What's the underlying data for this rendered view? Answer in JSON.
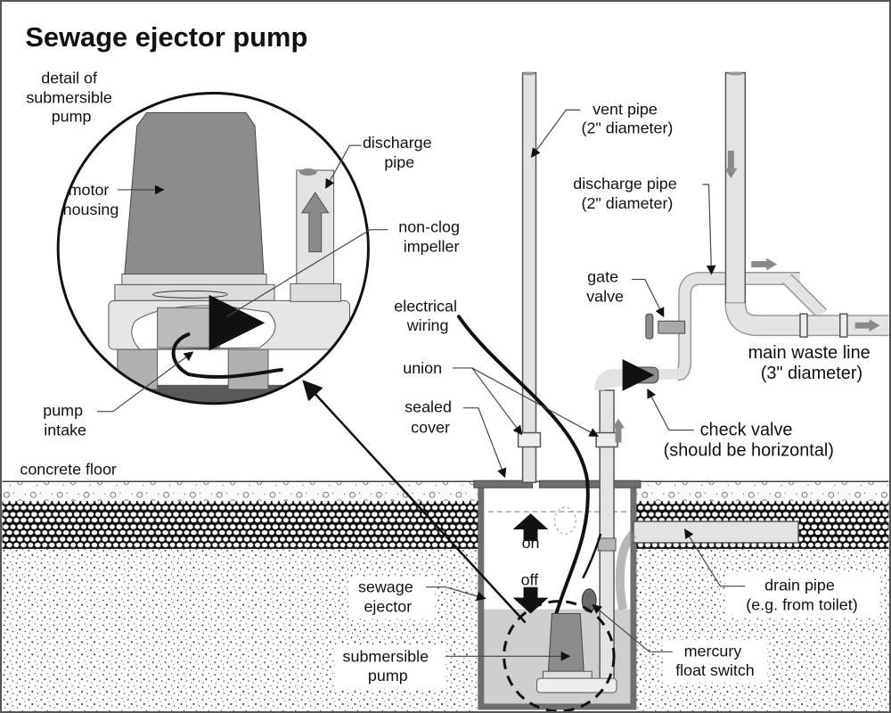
{
  "title": "Sewage ejector pump",
  "detail": {
    "caption": [
      "detail of",
      "submersible",
      "pump"
    ],
    "motor_housing": [
      "motor",
      "housing"
    ],
    "discharge_pipe": [
      "discharge",
      "pipe"
    ],
    "impeller": [
      "non-clog",
      "impeller"
    ],
    "pump_intake": [
      "pump",
      "intake"
    ]
  },
  "labels": {
    "vent_pipe": [
      "vent pipe",
      "(2\" diameter)"
    ],
    "discharge_pipe_main": [
      "discharge pipe",
      "(2\" diameter)"
    ],
    "gate_valve": [
      "gate",
      "valve"
    ],
    "electrical_wiring": [
      "electrical",
      "wiring"
    ],
    "union": "union",
    "sealed_cover": [
      "sealed",
      "cover"
    ],
    "main_waste_line": [
      "main waste line",
      "(3\" diameter)"
    ],
    "check_valve": [
      "check valve",
      "(should be horizontal)"
    ],
    "concrete_floor": "concrete floor",
    "on": "on",
    "off": "off",
    "sewage_ejector": [
      "sewage",
      "ejector"
    ],
    "submersible_pump": [
      "submersible",
      "pump"
    ],
    "drain_pipe": [
      "drain pipe",
      "(e.g. from toilet)"
    ],
    "float_switch": [
      "mercury",
      "float switch"
    ]
  },
  "colors": {
    "motor": "#8c8c8c",
    "pipe": "#e3e3e3",
    "water": "#cfcfcf",
    "basin_wall": "#6e6e6e",
    "flow_arrow": "#8a8a8a",
    "ground_dark": "#5a5a5a"
  }
}
